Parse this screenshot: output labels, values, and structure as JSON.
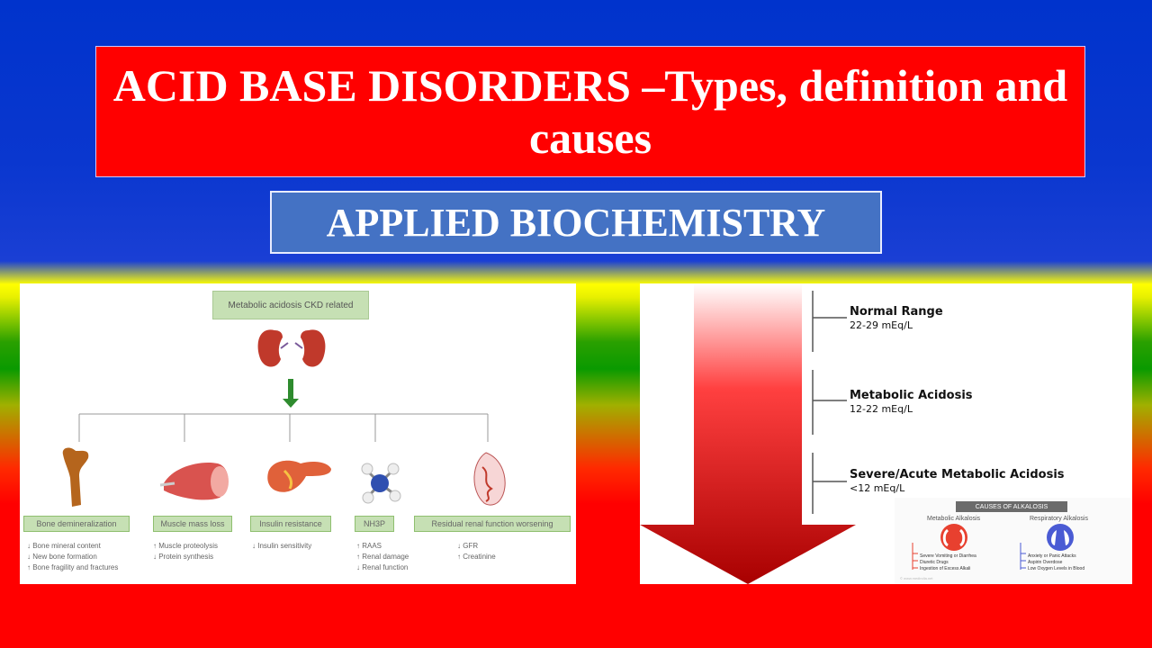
{
  "title": "ACID BASE DISORDERS –Types, definition and causes",
  "subtitle": "APPLIED BIOCHEMISTRY",
  "left_diagram": {
    "root": "Metabolic acidosis CKD related",
    "categories": [
      {
        "label": "Bone demineralization",
        "effects": [
          "↓ Bone mineral content",
          "↓ New bone formation",
          "↑ Bone fragility and fractures"
        ]
      },
      {
        "label": "Muscle mass loss",
        "effects": [
          "↑ Muscle proteolysis",
          "↓ Protein synthesis"
        ]
      },
      {
        "label": "Insulin resistance",
        "effects": [
          "↓ Insulin sensitivity"
        ]
      },
      {
        "label": "NH3P",
        "effects": [
          "↑ RAAS",
          "↑ Renal damage",
          "↓ Renal function"
        ]
      },
      {
        "label": "Residual renal function worsening",
        "effects": [
          "↓ GFR",
          "↑ Creatinine"
        ]
      }
    ]
  },
  "right_diagram": {
    "ranges": [
      {
        "name": "Normal Range",
        "value": "22-29 mEq/L"
      },
      {
        "name": "Metabolic Acidosis",
        "value": "12-22 mEq/L"
      },
      {
        "name": "Severe/Acute Metabolic Acidosis",
        "value": "<12 mEq/L"
      }
    ],
    "alkalosis": {
      "header": "CAUSES OF ALKALOSIS",
      "metabolic": {
        "title": "Metabolic Alkalosis",
        "causes": [
          "Severe Vomiting or Diarrhea",
          "Diuretic Drugs",
          "Ingestion of Excess Alkali"
        ]
      },
      "respiratory": {
        "title": "Respiratory Alkalosis",
        "causes": [
          "Anxiety or Panic Attacks",
          "Aspirin Overdose",
          "Low Oxygen Levels in Blood"
        ]
      },
      "footer": "© www.medindia.net"
    }
  },
  "colors": {
    "title_bg": "#ff0000",
    "subtitle_bg": "#4472c4",
    "top_bg": "#0033cc",
    "arrow": "#cc0000"
  },
  "icons": [
    "kidney-icon",
    "bone-icon",
    "muscle-icon",
    "pancreas-icon",
    "ammonia-molecule-icon",
    "nephron-icon",
    "lungs-icon"
  ]
}
